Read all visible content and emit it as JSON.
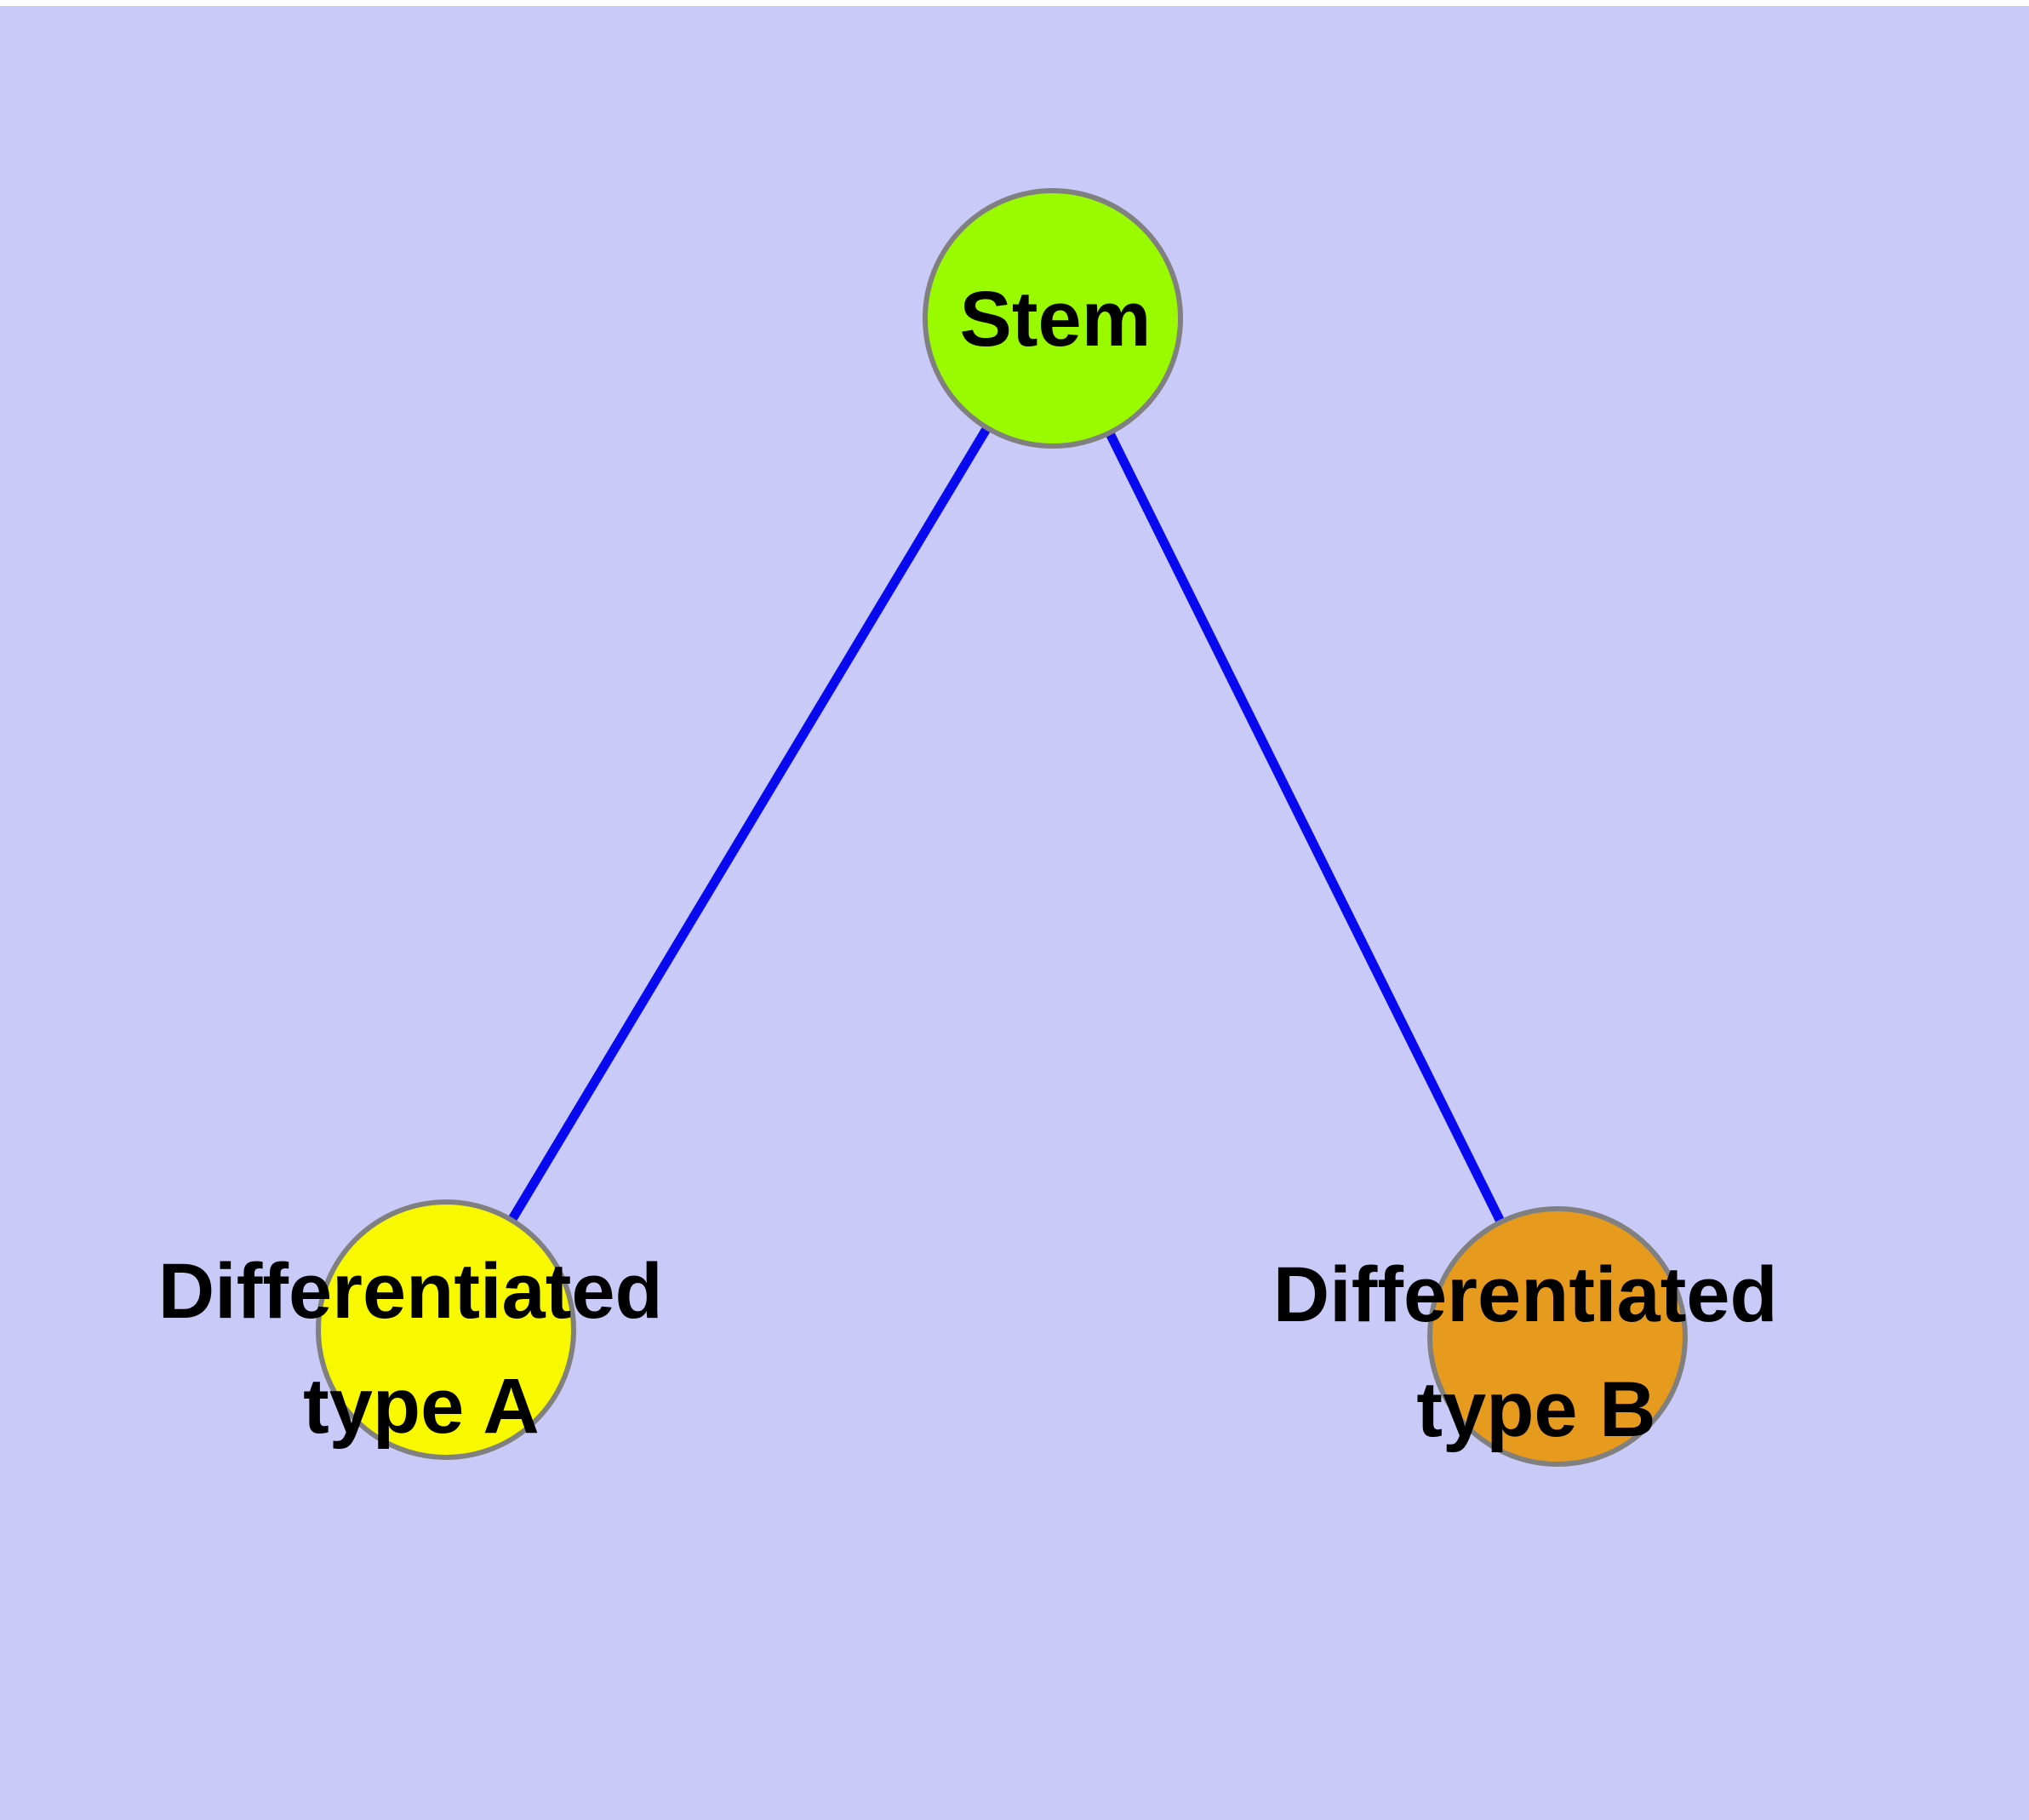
{
  "background": {
    "top_strip_color": "#ffffff",
    "canvas_color": "#cacaf8"
  },
  "styles": {
    "edge_color": "#0909f0",
    "node_border_color": "#808080",
    "label_color": "#000000"
  },
  "nodes": {
    "stem": {
      "label": "Stem",
      "fill": "#9afa00"
    },
    "type_a": {
      "label_line1": "Differentiated",
      "label_line2": "type A",
      "fill": "#f8f800"
    },
    "type_b": {
      "label_line1": "Differentiated",
      "label_line2": "type B",
      "fill": "#e69a1e"
    }
  },
  "edges": [
    {
      "from": "Stem",
      "to": "Differentiated type A"
    },
    {
      "from": "Stem",
      "to": "Differentiated type B"
    }
  ]
}
